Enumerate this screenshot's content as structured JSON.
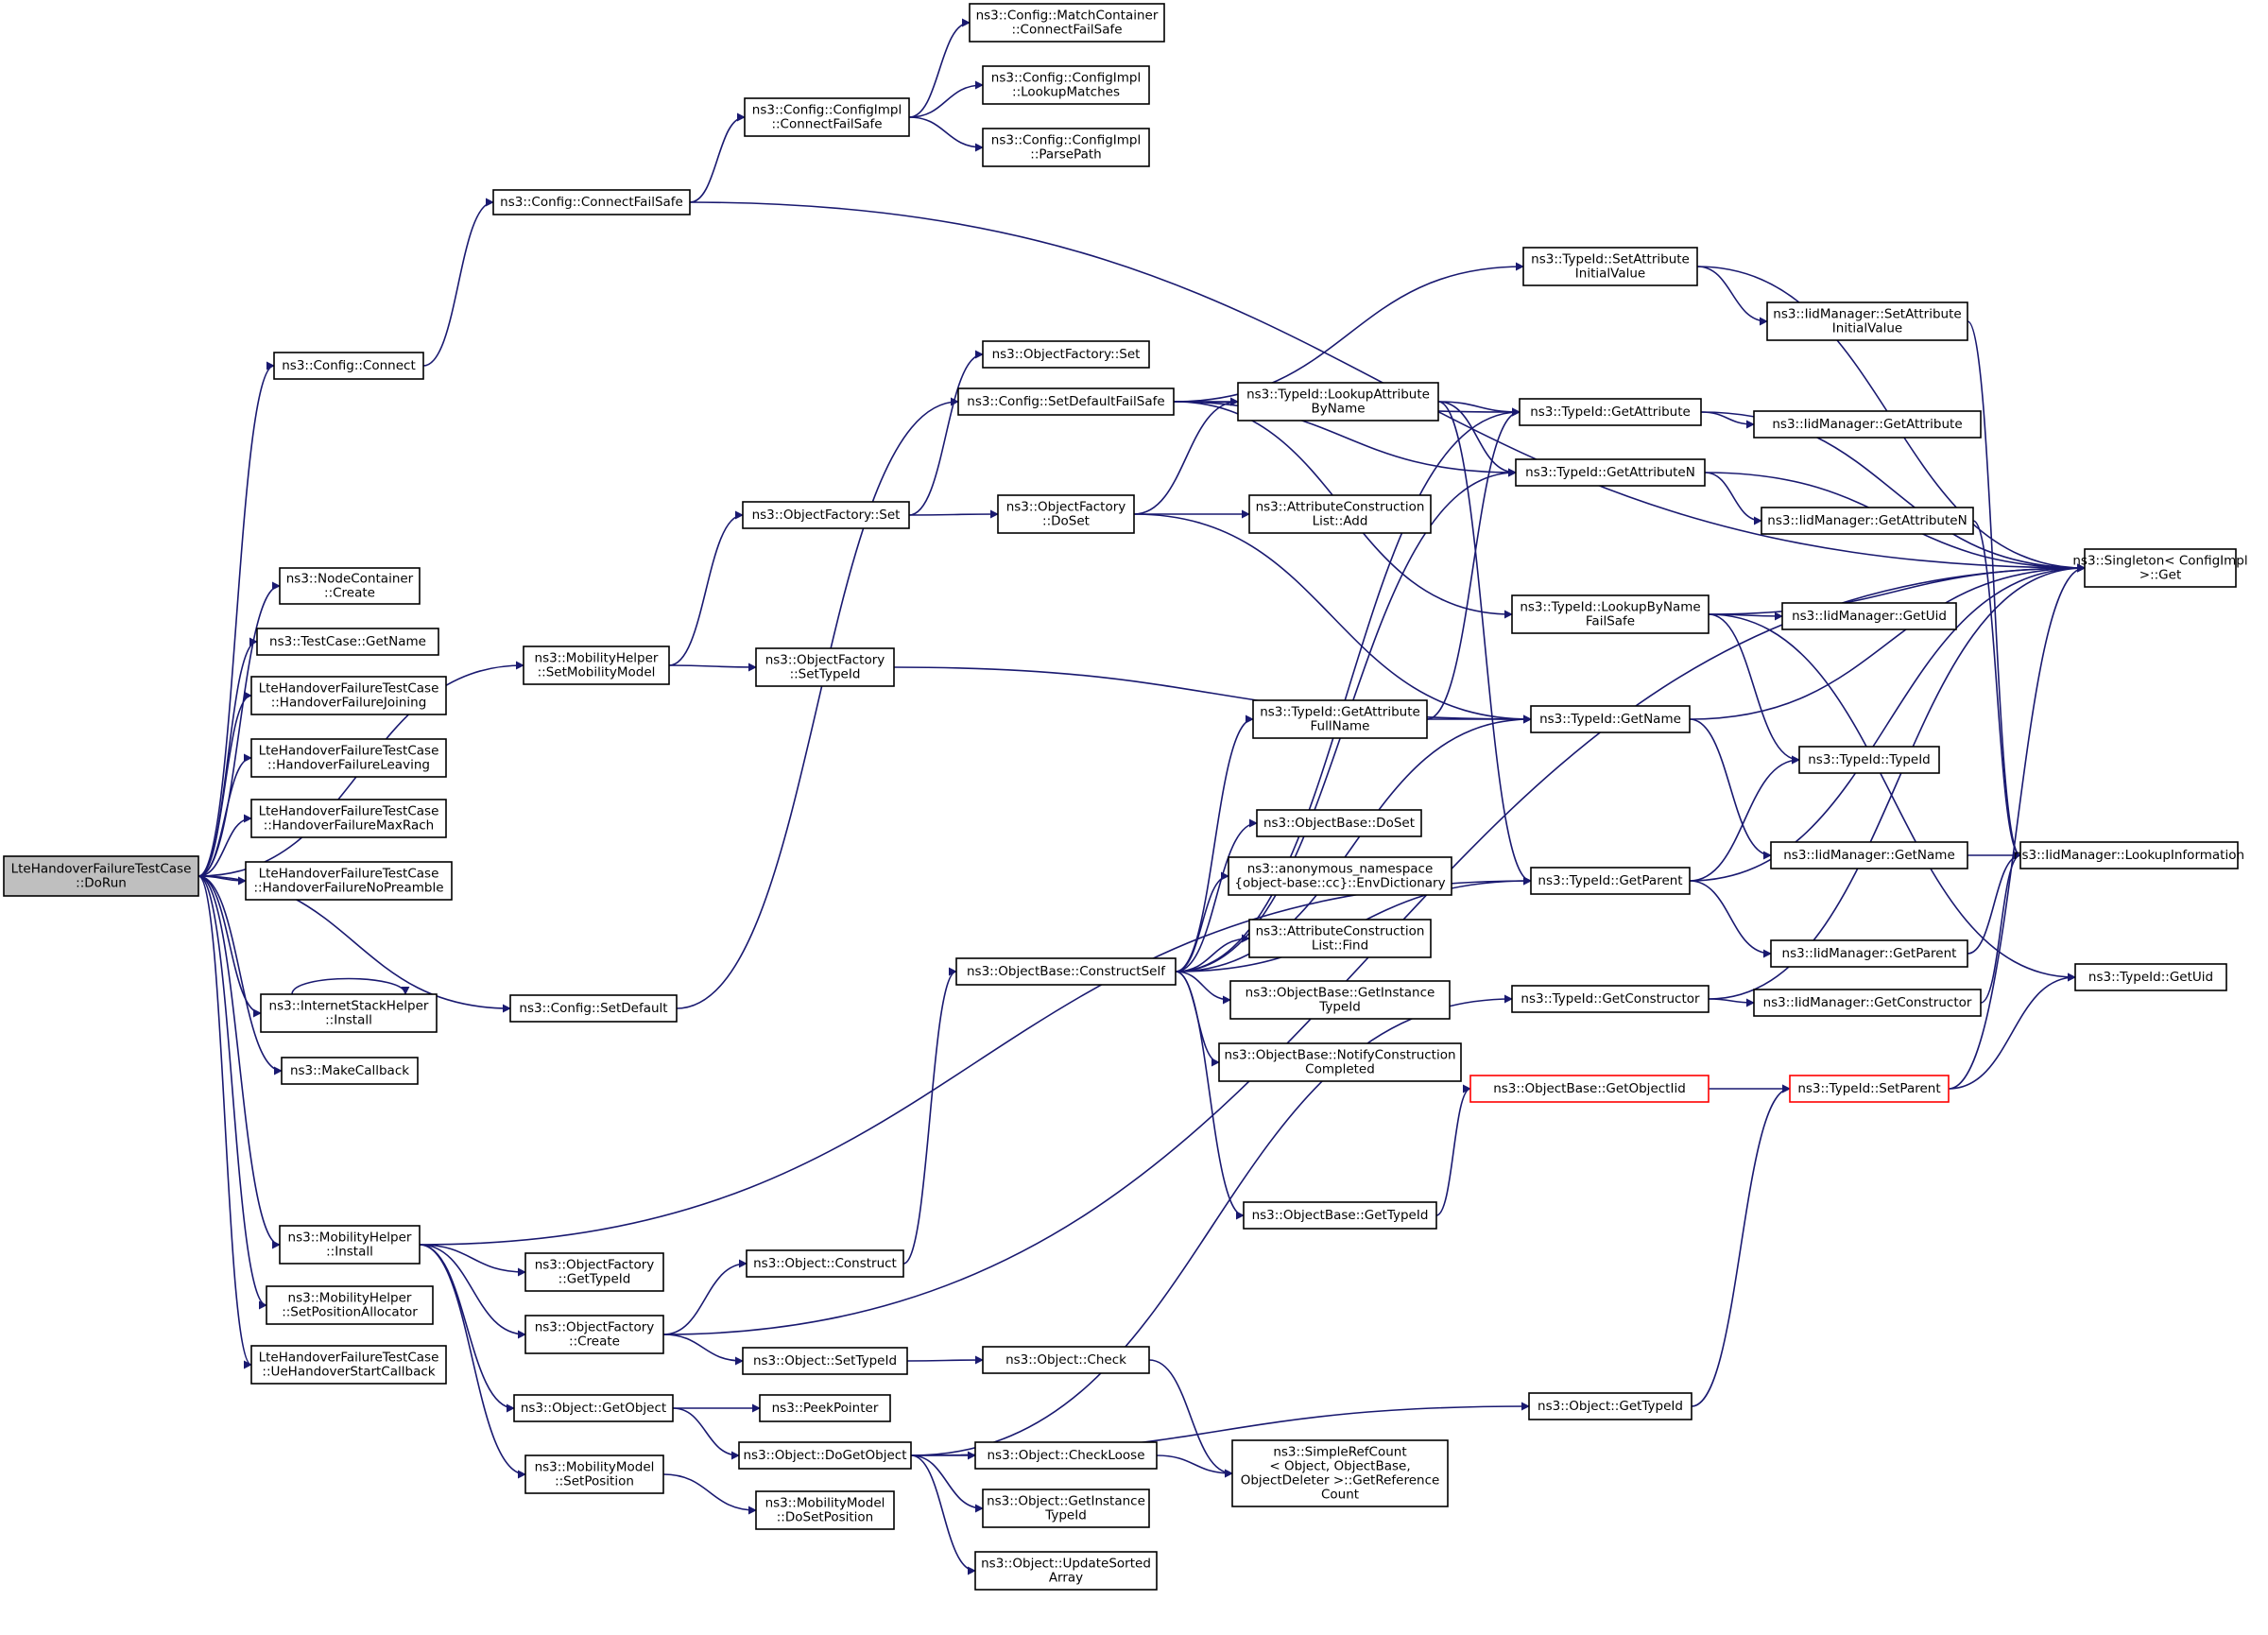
{
  "colors": {
    "edge": "#191970",
    "node_border": "#000000",
    "root_fill": "#bfbfbf",
    "highlight_border": "#ff0000"
  },
  "nodes": [
    {
      "id": "root",
      "lines": [
        "LteHandoverFailureTestCase",
        "::DoRun"
      ],
      "root": true
    },
    {
      "id": "cfgConnect",
      "lines": [
        "ns3::Config::Connect"
      ]
    },
    {
      "id": "nodeCreate",
      "lines": [
        "ns3::NodeContainer",
        "::Create"
      ]
    },
    {
      "id": "tcGetName",
      "lines": [
        "ns3::TestCase::GetName"
      ]
    },
    {
      "id": "hfJoin",
      "lines": [
        "LteHandoverFailureTestCase",
        "::HandoverFailureJoining"
      ]
    },
    {
      "id": "hfLeave",
      "lines": [
        "LteHandoverFailureTestCase",
        "::HandoverFailureLeaving"
      ]
    },
    {
      "id": "hfRach",
      "lines": [
        "LteHandoverFailureTestCase",
        "::HandoverFailureMaxRach"
      ]
    },
    {
      "id": "hfNoPre",
      "lines": [
        "LteHandoverFailureTestCase",
        "::HandoverFailureNoPreamble"
      ]
    },
    {
      "id": "isInstall",
      "lines": [
        "ns3::InternetStackHelper",
        "::Install"
      ]
    },
    {
      "id": "makeCb",
      "lines": [
        "ns3::MakeCallback"
      ]
    },
    {
      "id": "mhInstall",
      "lines": [
        "ns3::MobilityHelper",
        "::Install"
      ]
    },
    {
      "id": "mhSetPos",
      "lines": [
        "ns3::MobilityHelper",
        "::SetPositionAllocator"
      ]
    },
    {
      "id": "ueHoStart",
      "lines": [
        "LteHandoverFailureTestCase",
        "::UeHandoverStartCallback"
      ]
    },
    {
      "id": "cfgConnectFS",
      "lines": [
        "ns3::Config::ConnectFailSafe"
      ]
    },
    {
      "id": "mhSetMob",
      "lines": [
        "ns3::MobilityHelper",
        "::SetMobilityModel"
      ]
    },
    {
      "id": "cfgSetDefault",
      "lines": [
        "ns3::Config::SetDefault"
      ]
    },
    {
      "id": "ofGetTypeId",
      "lines": [
        "ns3::ObjectFactory",
        "::GetTypeId"
      ]
    },
    {
      "id": "ofCreate",
      "lines": [
        "ns3::ObjectFactory",
        "::Create"
      ]
    },
    {
      "id": "objGetObject",
      "lines": [
        "ns3::Object::GetObject"
      ]
    },
    {
      "id": "mmSetPos",
      "lines": [
        "ns3::MobilityModel",
        "::SetPosition"
      ]
    },
    {
      "id": "ciConnectFS",
      "lines": [
        "ns3::Config::ConfigImpl",
        "::ConnectFailSafe"
      ]
    },
    {
      "id": "ofSet",
      "lines": [
        "ns3::ObjectFactory::Set"
      ]
    },
    {
      "id": "ofSetTypeId",
      "lines": [
        "ns3::ObjectFactory",
        "::SetTypeId"
      ]
    },
    {
      "id": "objConstruct",
      "lines": [
        "ns3::Object::Construct"
      ]
    },
    {
      "id": "objSetTypeId",
      "lines": [
        "ns3::Object::SetTypeId"
      ]
    },
    {
      "id": "peekPtr",
      "lines": [
        "ns3::PeekPointer"
      ]
    },
    {
      "id": "objDoGetObject",
      "lines": [
        "ns3::Object::DoGetObject"
      ]
    },
    {
      "id": "mmDoSetPos",
      "lines": [
        "ns3::MobilityModel",
        "::DoSetPosition"
      ]
    },
    {
      "id": "mcConnectFS",
      "lines": [
        "ns3::Config::MatchContainer",
        "::ConnectFailSafe"
      ]
    },
    {
      "id": "ciLookup",
      "lines": [
        "ns3::Config::ConfigImpl",
        "::LookupMatches"
      ]
    },
    {
      "id": "ciParse",
      "lines": [
        "ns3::Config::ConfigImpl",
        "::ParsePath"
      ]
    },
    {
      "id": "ofSetTop",
      "lines": [
        "ns3::ObjectFactory::Set"
      ]
    },
    {
      "id": "cfgSetDefFS",
      "lines": [
        "ns3::Config::SetDefaultFailSafe"
      ]
    },
    {
      "id": "ofDoSet",
      "lines": [
        "ns3::ObjectFactory",
        "::DoSet"
      ]
    },
    {
      "id": "obConstructSelf",
      "lines": [
        "ns3::ObjectBase::ConstructSelf"
      ]
    },
    {
      "id": "objCheck",
      "lines": [
        "ns3::Object::Check"
      ]
    },
    {
      "id": "objCheckLoose",
      "lines": [
        "ns3::Object::CheckLoose"
      ]
    },
    {
      "id": "objGetInstTid",
      "lines": [
        "ns3::Object::GetInstance",
        "TypeId"
      ]
    },
    {
      "id": "objUpdSorted",
      "lines": [
        "ns3::Object::UpdateSorted",
        "Array"
      ]
    },
    {
      "id": "tidLookupAttr",
      "lines": [
        "ns3::TypeId::LookupAttribute",
        "ByName"
      ]
    },
    {
      "id": "aclAdd",
      "lines": [
        "ns3::AttributeConstruction",
        "List::Add"
      ]
    },
    {
      "id": "tidGetAttrFull",
      "lines": [
        "ns3::TypeId::GetAttribute",
        "FullName"
      ]
    },
    {
      "id": "obDoSet",
      "lines": [
        "ns3::ObjectBase::DoSet"
      ]
    },
    {
      "id": "envDict",
      "lines": [
        "ns3::anonymous_namespace",
        "{object-base::cc}::EnvDictionary"
      ]
    },
    {
      "id": "aclFind",
      "lines": [
        "ns3::AttributeConstruction",
        "List::Find"
      ]
    },
    {
      "id": "obGetInstTid",
      "lines": [
        "ns3::ObjectBase::GetInstance",
        "TypeId"
      ]
    },
    {
      "id": "obNotify",
      "lines": [
        "ns3::ObjectBase::NotifyConstruction",
        "Completed"
      ]
    },
    {
      "id": "obGetTypeId",
      "lines": [
        "ns3::ObjectBase::GetTypeId"
      ]
    },
    {
      "id": "refCount",
      "lines": [
        "ns3::SimpleRefCount",
        "< Object, ObjectBase,",
        "ObjectDeleter >::GetReference",
        "Count"
      ]
    },
    {
      "id": "tidSetAttrInit",
      "lines": [
        "ns3::TypeId::SetAttribute",
        "InitialValue"
      ]
    },
    {
      "id": "tidGetAttr",
      "lines": [
        "ns3::TypeId::GetAttribute"
      ]
    },
    {
      "id": "tidGetAttrN",
      "lines": [
        "ns3::TypeId::GetAttributeN"
      ]
    },
    {
      "id": "tidLookupByName",
      "lines": [
        "ns3::TypeId::LookupByName",
        "FailSafe"
      ]
    },
    {
      "id": "tidGetName",
      "lines": [
        "ns3::TypeId::GetName"
      ]
    },
    {
      "id": "tidGetParent",
      "lines": [
        "ns3::TypeId::GetParent"
      ]
    },
    {
      "id": "tidGetCtor",
      "lines": [
        "ns3::TypeId::GetConstructor"
      ]
    },
    {
      "id": "obGetObjTid",
      "lines": [
        "ns3::ObjectBase::GetObjectIid"
      ],
      "red": true
    },
    {
      "id": "objGetTypeId",
      "lines": [
        "ns3::Object::GetTypeId"
      ]
    },
    {
      "id": "imSetAttrInit",
      "lines": [
        "ns3::IidManager::SetAttribute",
        "InitialValue"
      ]
    },
    {
      "id": "imGetAttr",
      "lines": [
        "ns3::IidManager::GetAttribute"
      ]
    },
    {
      "id": "imGetAttrN",
      "lines": [
        "ns3::IidManager::GetAttributeN"
      ]
    },
    {
      "id": "imGetUid",
      "lines": [
        "ns3::IidManager::GetUid"
      ]
    },
    {
      "id": "tidTypeId",
      "lines": [
        "ns3::TypeId::TypeId"
      ]
    },
    {
      "id": "imGetName",
      "lines": [
        "ns3::IidManager::GetName"
      ]
    },
    {
      "id": "imGetParent",
      "lines": [
        "ns3::IidManager::GetParent"
      ]
    },
    {
      "id": "imGetCtor",
      "lines": [
        "ns3::IidManager::GetConstructor"
      ]
    },
    {
      "id": "tidSetParent",
      "lines": [
        "ns3::TypeId::SetParent"
      ],
      "red": true
    },
    {
      "id": "singletonGet",
      "lines": [
        "ns3::Singleton< ConfigImpl",
        ">::Get"
      ]
    },
    {
      "id": "imLookupInfo",
      "lines": [
        "ns3::IidManager::LookupInformation"
      ]
    },
    {
      "id": "tidGetUid",
      "lines": [
        "ns3::TypeId::GetUid"
      ]
    }
  ]
}
